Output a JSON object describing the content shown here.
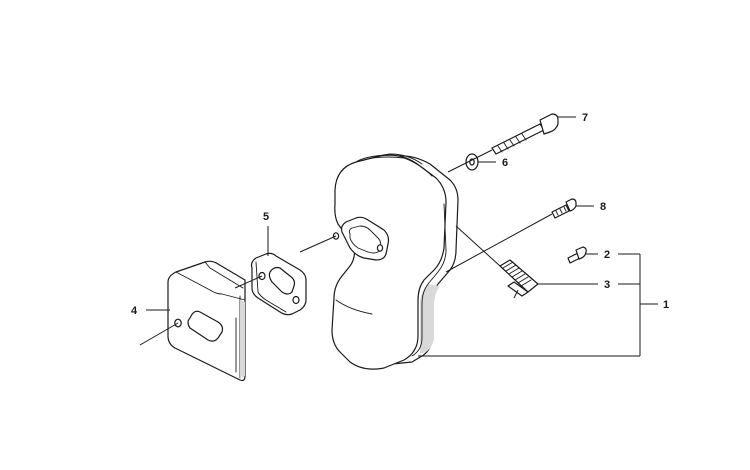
{
  "colors": {
    "ink": "#1a1a1a",
    "background": "#ffffff",
    "shading": "#d9d9d9"
  },
  "callouts": {
    "c1": "1",
    "c2": "2",
    "c3": "3",
    "c4": "4",
    "c5": "5",
    "c6": "6",
    "c7": "7",
    "c8": "8"
  }
}
